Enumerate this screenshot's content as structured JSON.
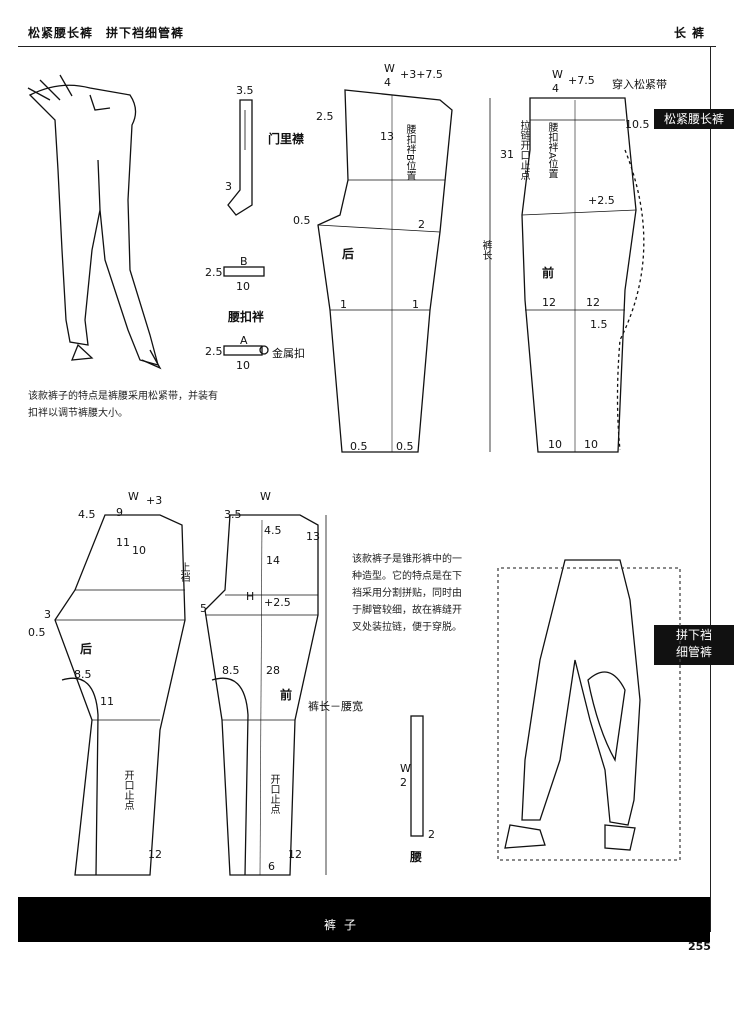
{
  "header": {
    "left": "松紧腰长裤　拼下裆细管裤",
    "right": "长裤"
  },
  "tabs": {
    "top": "松紧腰长裤",
    "bottom_line1": "拼下裆",
    "bottom_line2": "细管裤"
  },
  "descriptions": {
    "first": "该款裤子的特点是裤腰采用松紧带，并装有扣袢以调节裤腰大小。",
    "second": "该款裤子是锥形裤中的一种造型。它的特点是在下裆采用分割拼贴，同时由于脚管较细，故在裤缝开叉处装拉链，便于穿脱。"
  },
  "labels": {
    "fly": "门里襟",
    "tab_title": "腰扣袢",
    "metal": "金属扣",
    "back": "后",
    "front": "前",
    "total_length": "裤长",
    "waist_marker": "腰扣袢B位置",
    "zip": "拉链开口止点",
    "loop_pos": "腰扣袢A位置",
    "elastic": "穿入松紧带",
    "crotch": "上裆",
    "len_minus": "裤长－腰宽",
    "opening": "开口止点",
    "waistband": "腰",
    "w4": "W",
    "four": "4",
    "two": "2",
    "plus375": "+3+7.5",
    "plus75": "+7.5",
    "plus3": "+3",
    "plus25": "+2.5",
    "n35": "3.5",
    "n25": "2.5",
    "n3": "3",
    "n4": "4",
    "n05": "0.5",
    "n1": "1",
    "n2": "2",
    "n12": "12",
    "n13": "13",
    "n31": "31",
    "n10": "10",
    "n15": "1.5",
    "n9": "9",
    "n11": "11",
    "n14": "14",
    "n45": "4.5",
    "n85": "8.5",
    "n28": "28",
    "n6": "6",
    "n5": "5",
    "nH": "H",
    "nA": "A",
    "nB": "B",
    "n105": "10.5",
    "n0_5": "0.5"
  },
  "footer": "裤子",
  "page_number": "255"
}
